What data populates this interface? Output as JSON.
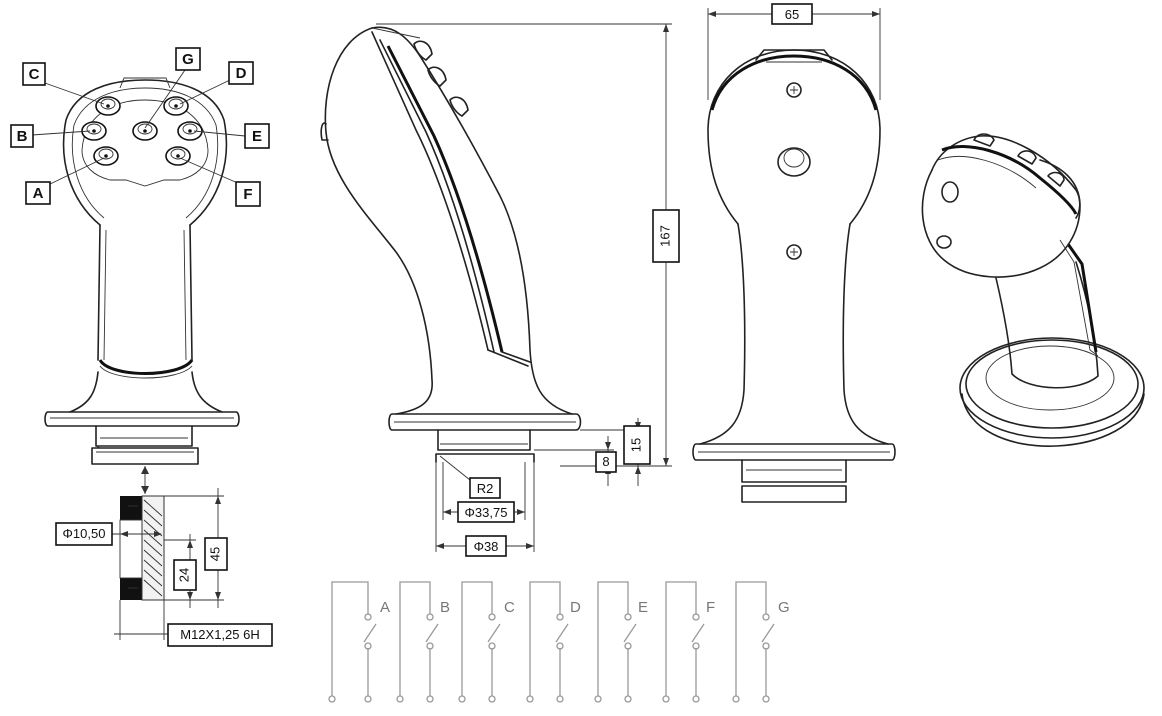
{
  "button_labels": [
    "A",
    "B",
    "C",
    "D",
    "E",
    "F",
    "G"
  ],
  "dimensions": {
    "height_total": "167",
    "width_top": "65",
    "base_height": "15",
    "base_step": "8",
    "radius": "R2",
    "diameter_inner": "Φ33,75",
    "diameter_outer": "Φ38",
    "bore_diameter": "Φ10,50",
    "insert_height": "45",
    "thread_depth": "24",
    "thread_spec": "M12X1,25 6H"
  },
  "switch_labels": [
    "A",
    "B",
    "C",
    "D",
    "E",
    "F",
    "G"
  ]
}
